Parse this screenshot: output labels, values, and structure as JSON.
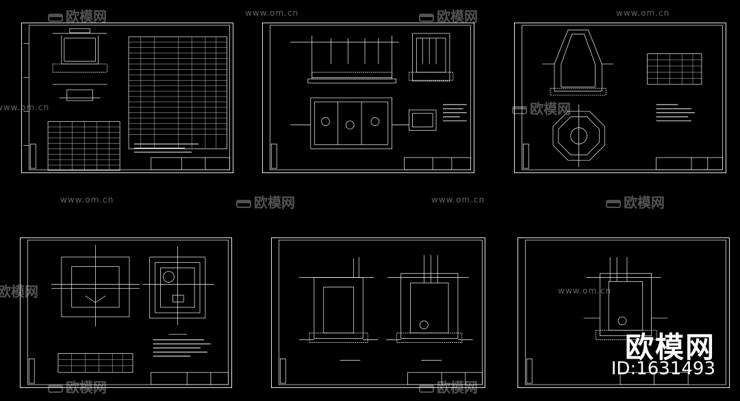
{
  "watermark": {
    "url": "www.om.cn",
    "brand": "欧模网",
    "big_brand": "欧模网",
    "id_label": "ID:1631493"
  },
  "sheets": [
    {
      "name": "sheet-1",
      "kind": "table-manhole"
    },
    {
      "name": "sheet-2",
      "kind": "tank-plan"
    },
    {
      "name": "sheet-3",
      "kind": "octagon-well"
    },
    {
      "name": "sheet-4",
      "kind": "square-well"
    },
    {
      "name": "sheet-5",
      "kind": "double-section"
    },
    {
      "name": "sheet-6",
      "kind": "single-section"
    }
  ],
  "colors": {
    "background": "#000000",
    "line": "#ffffff",
    "watermark": "rgba(255,255,255,0.35)"
  }
}
